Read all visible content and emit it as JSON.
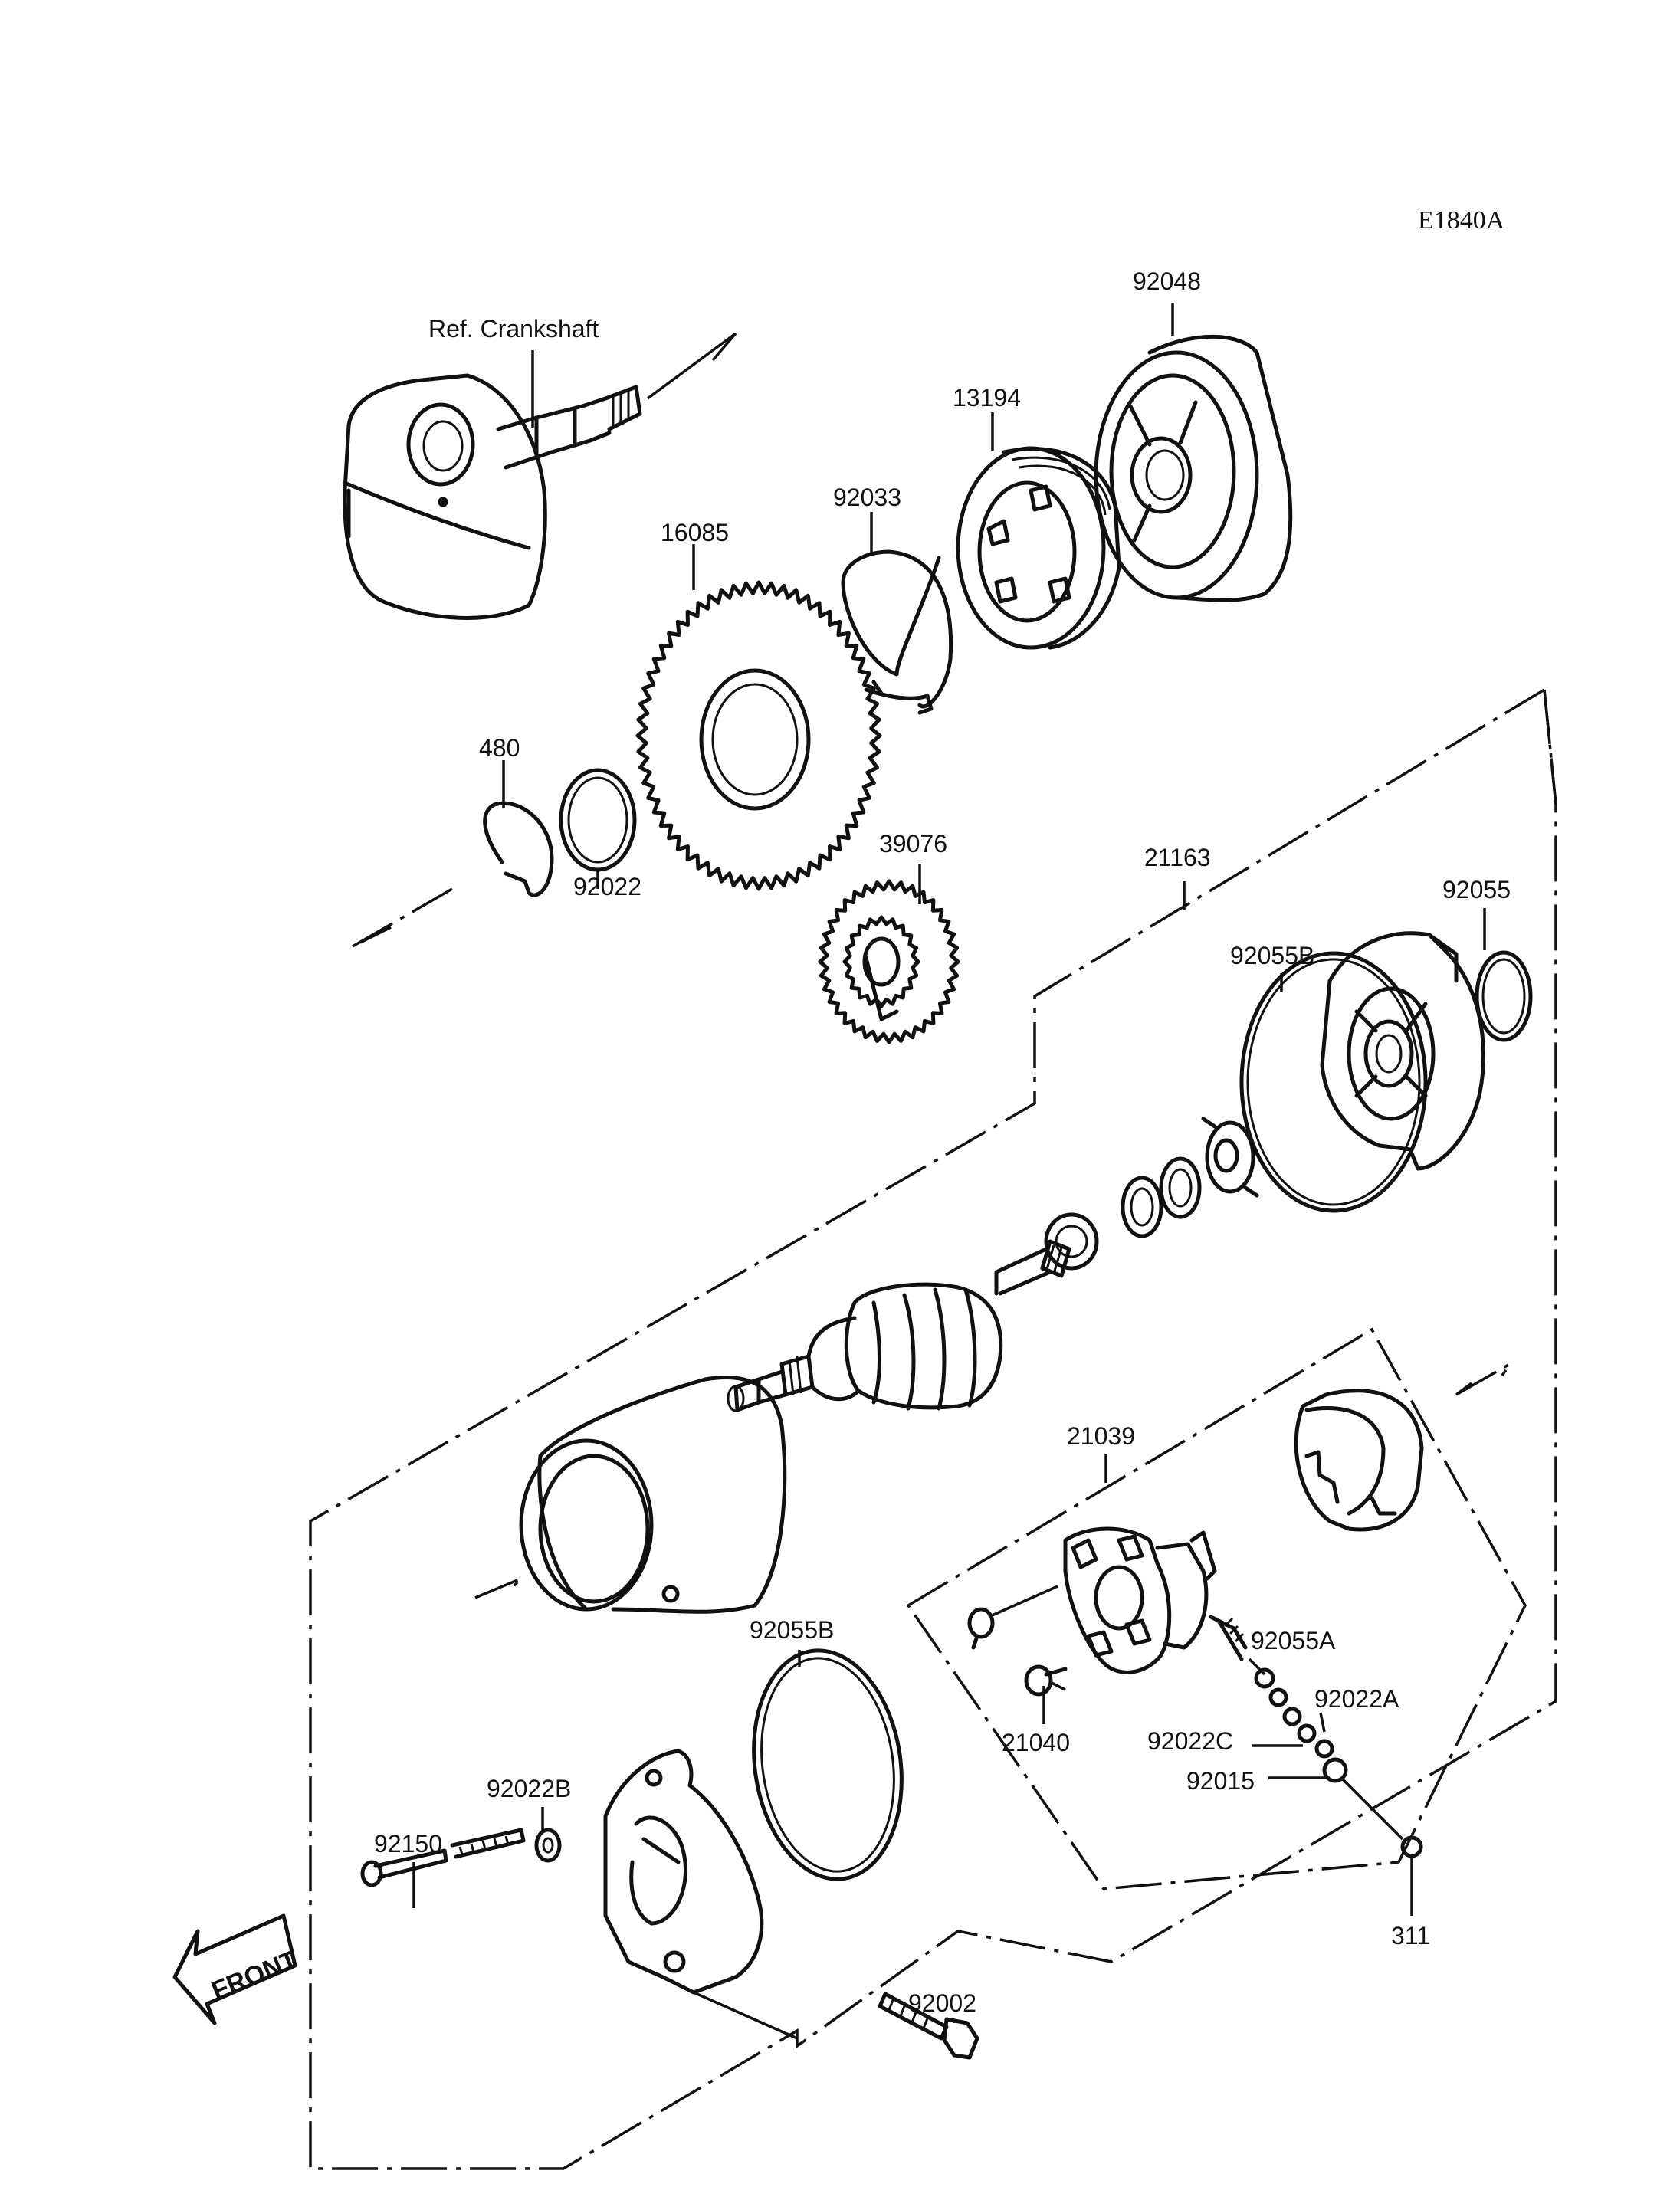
{
  "diagram_code": "E1840A",
  "front_label": "FRONT",
  "labels": {
    "ref_crankshaft": "Ref. Crankshaft",
    "p92048": "92048",
    "p13194": "13194",
    "p92033": "92033",
    "p16085": "16085",
    "p480": "480",
    "p92022": "92022",
    "p39076": "39076",
    "p21163": "21163",
    "p92055": "92055",
    "p92055B_top": "92055B",
    "p21039": "21039",
    "p92055B_bottom": "92055B",
    "p92055A": "92055A",
    "p92022A": "92022A",
    "p92022C": "92022C",
    "p92015": "92015",
    "p21040": "21040",
    "p92022B": "92022B",
    "p92150": "92150",
    "p311": "311",
    "p92002": "92002"
  }
}
